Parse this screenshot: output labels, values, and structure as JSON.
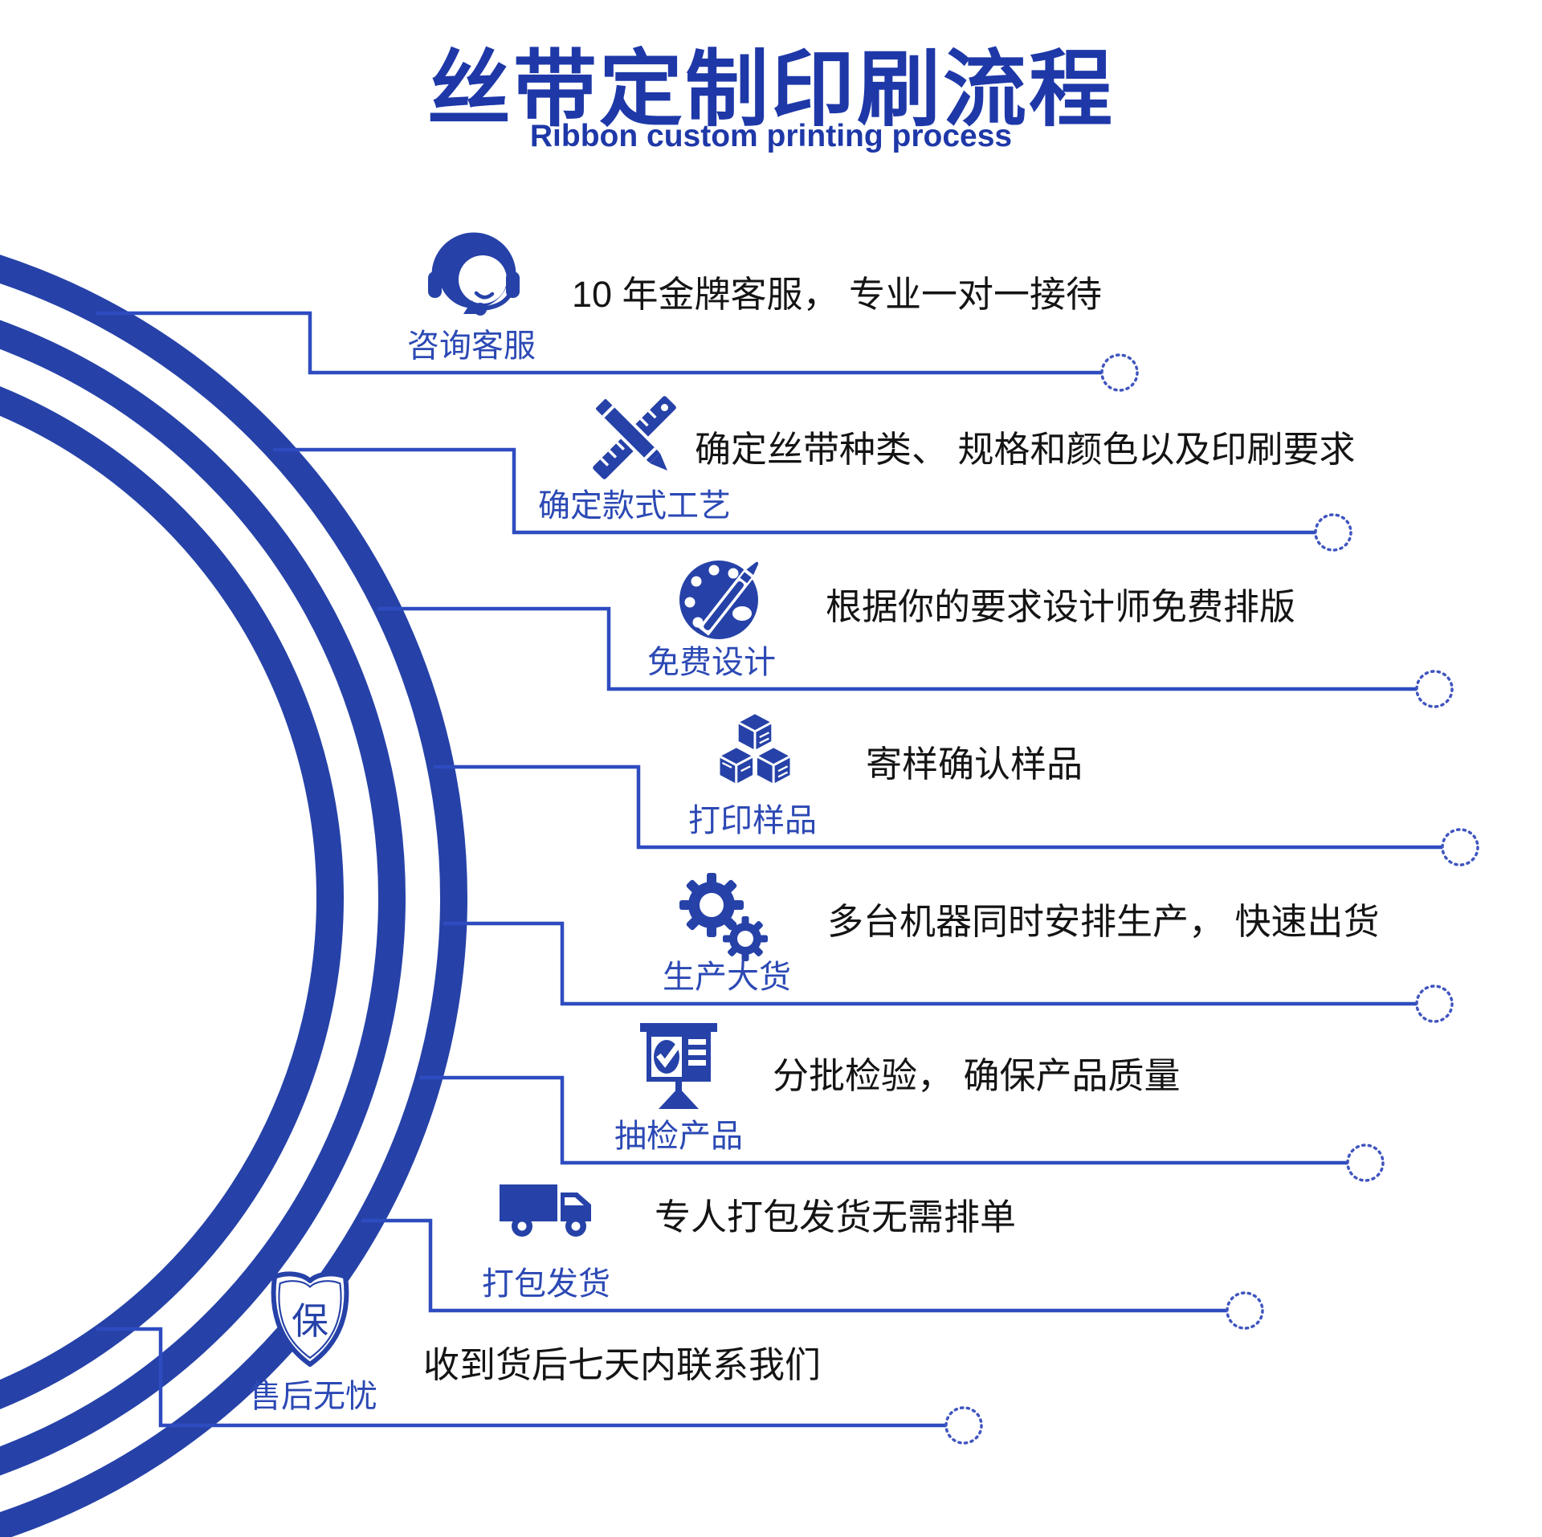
{
  "title": "丝带定制印刷流程",
  "subtitle": "Ribbon custom printing process",
  "colors": {
    "primary_blue": "#2642a8",
    "connector_blue": "#2e4cc0",
    "label_blue": "#2c49b4",
    "text_dark": "#141414",
    "background": "#ffffff"
  },
  "steps": [
    {
      "label": "咨询客服",
      "icon": "headset-agent-icon",
      "text": "10 年金牌客服， 专业一对一接待"
    },
    {
      "label": "确定款式工艺",
      "icon": "ruler-pencil-icon",
      "text": "确定丝带种类、 规格和颜色以及印刷要求"
    },
    {
      "label": "免费设计",
      "icon": "palette-brush-icon",
      "text": "根据你的要求设计师免费排版"
    },
    {
      "label": "打印样品",
      "icon": "sample-boxes-icon",
      "text": "寄样确认样品"
    },
    {
      "label": "生产大货",
      "icon": "gears-icon",
      "text": "多台机器同时安排生产， 快速出货"
    },
    {
      "label": "抽检产品",
      "icon": "inspection-board-icon",
      "text": "分批检验， 确保产品质量"
    },
    {
      "label": "打包发货",
      "icon": "delivery-truck-icon",
      "text": "专人打包发货无需排单"
    },
    {
      "label": "售后无忧",
      "icon": "warranty-shield-icon",
      "text": "收到货后七天内联系我们",
      "icon_glyph": "保"
    }
  ]
}
